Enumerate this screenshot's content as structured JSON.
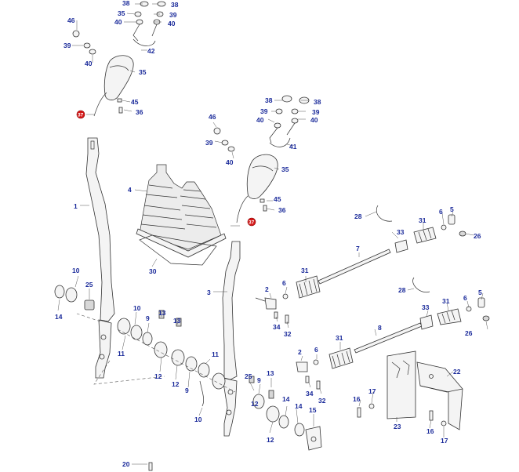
{
  "diagram": {
    "labels": {
      "l1": "1",
      "l2a": "2",
      "l2b": "2",
      "l3": "3",
      "l4": "4",
      "l5": "5",
      "l6a": "6",
      "l6b": "6",
      "l6c": "6",
      "l6d": "6",
      "l7": "7",
      "l8": "8",
      "l9a": "9",
      "l9b": "9",
      "l9c": "9",
      "l10a": "10",
      "l10b": "10",
      "l10c": "10",
      "l11a": "11",
      "l11b": "11",
      "l12a": "12",
      "l12b": "12",
      "l12c": "12",
      "l12d": "12",
      "l13a": "13",
      "l13b": "13",
      "l13c": "13",
      "l14a": "14",
      "l14b": "14",
      "l14c": "14",
      "l15": "15",
      "l16a": "16",
      "l16b": "16",
      "l17a": "17",
      "l17b": "17",
      "l20": "20",
      "l22": "22",
      "l23": "23",
      "l25a": "25",
      "l25b": "25",
      "l26a": "26",
      "l26b": "26",
      "l28a": "28",
      "l28b": "28",
      "l30": "30",
      "l31a": "31",
      "l31b": "31",
      "l31c": "31",
      "l31d": "31",
      "l32a": "32",
      "l32b": "32",
      "l33a": "33",
      "l33b": "33",
      "l34a": "34",
      "l34b": "34",
      "l35a": "35",
      "l35b": "35",
      "l35c": "35",
      "l36a": "36",
      "l36b": "36",
      "l38a": "38",
      "l38b": "38",
      "l38c": "38",
      "l38d": "38",
      "l39a": "39",
      "l39b": "39",
      "l39c": "39",
      "l39d": "39",
      "l39e": "39",
      "l40a": "40",
      "l40b": "40",
      "l40c": "40",
      "l40d": "40",
      "l40e": "40",
      "l40f": "40",
      "l41": "41",
      "l42": "42",
      "l45a": "45",
      "l45b": "45",
      "l46a": "46",
      "l46b": "46",
      "c37a": "37",
      "c37b": "37"
    },
    "colors": {
      "label": "#1a2a9a",
      "callout": "#d41818",
      "line": "#333333"
    }
  }
}
